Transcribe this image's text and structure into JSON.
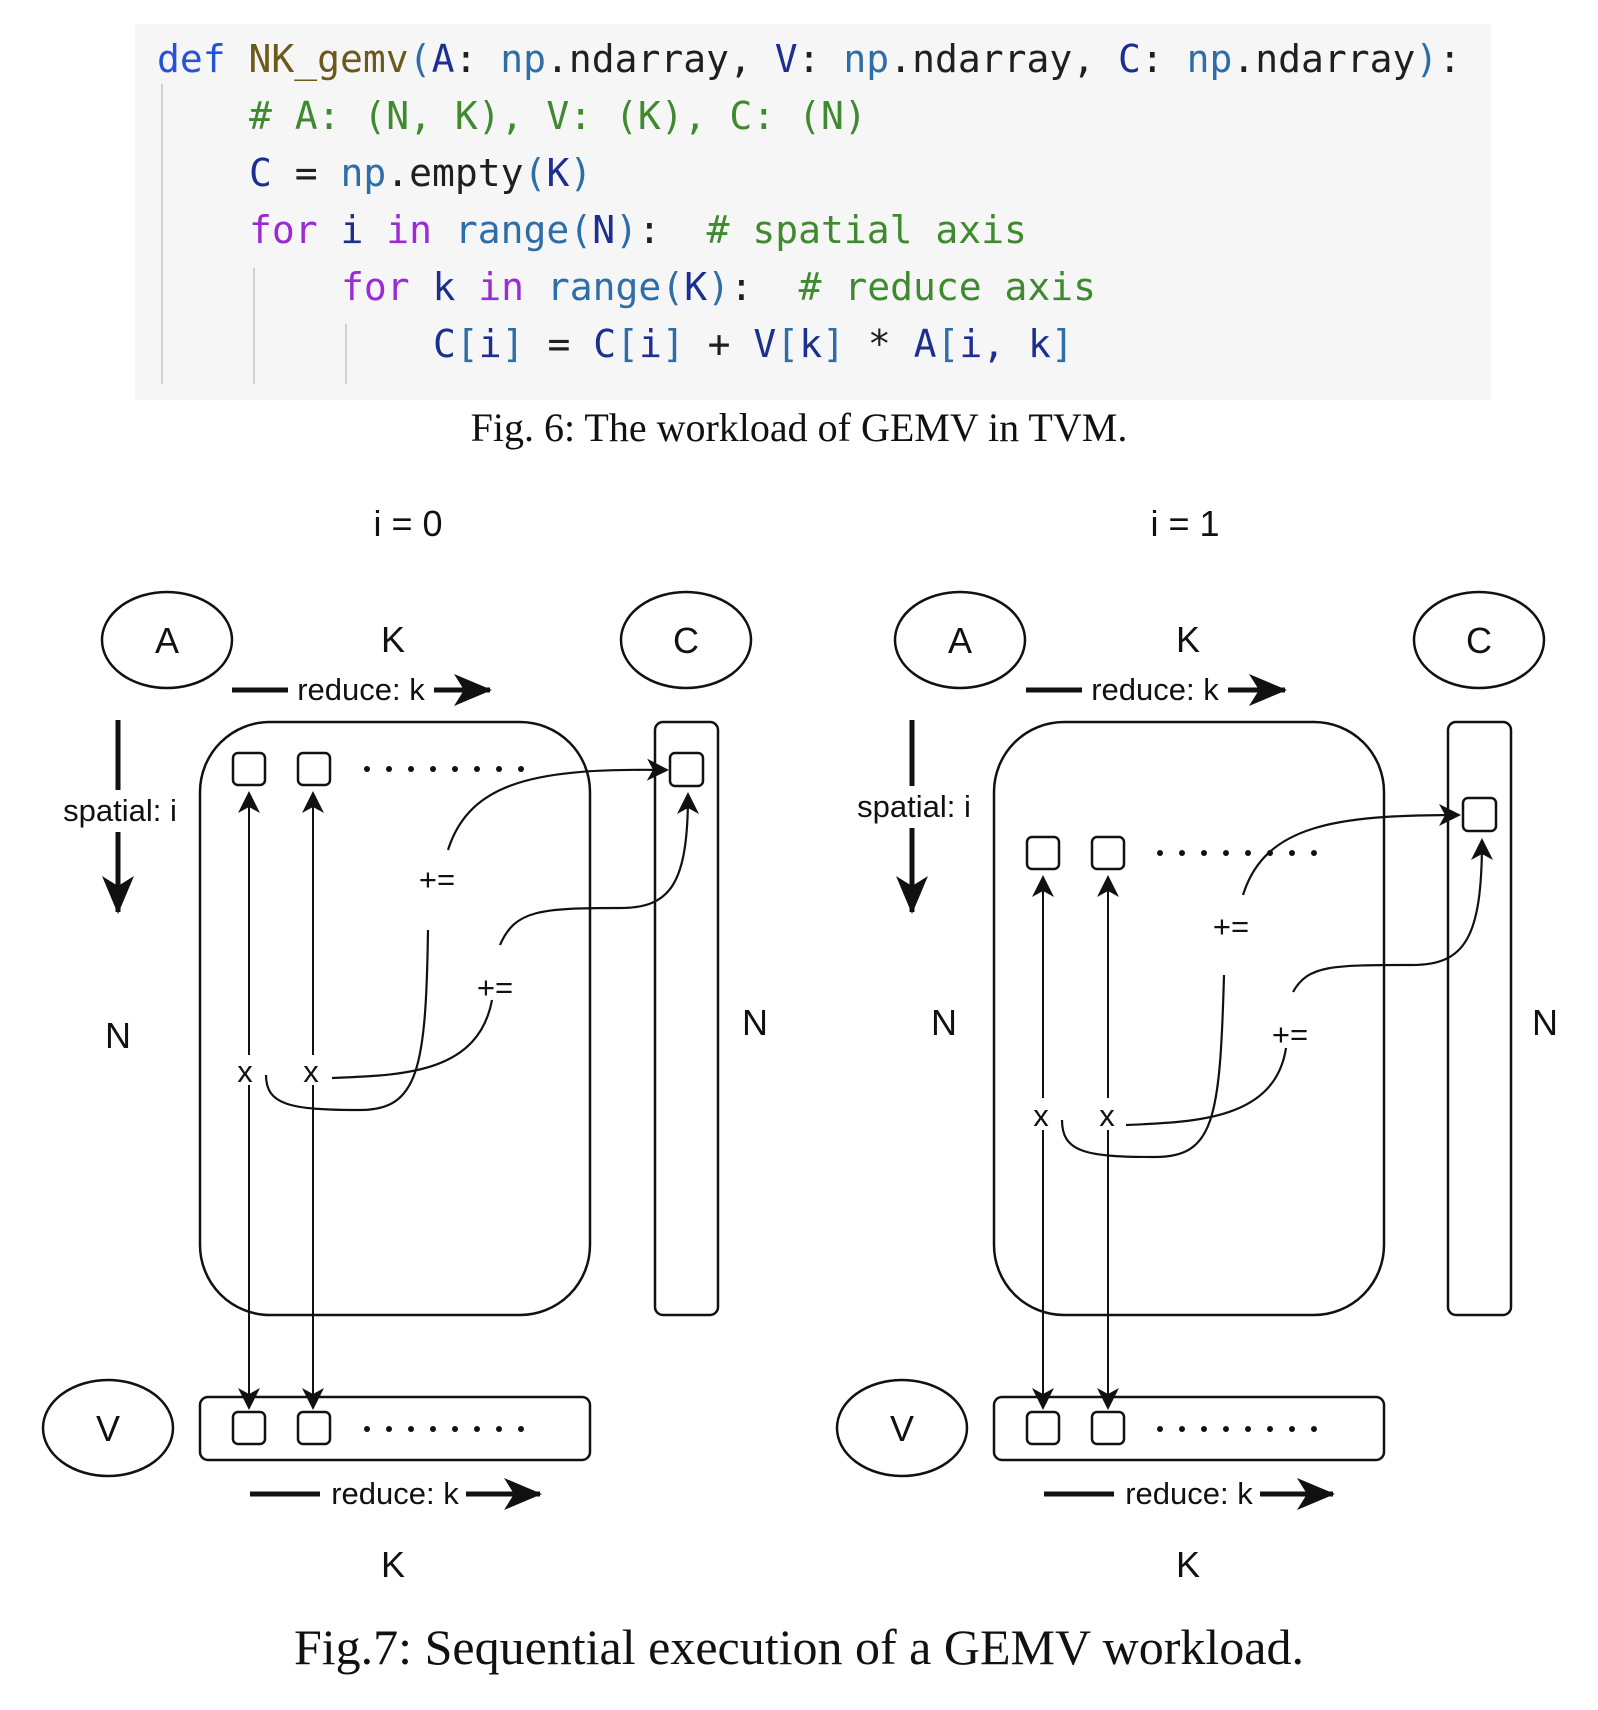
{
  "code": {
    "lines": [
      {
        "indent": 0,
        "tokens": [
          {
            "t": "def ",
            "c": "kw-def"
          },
          {
            "t": "NK_gemv",
            "c": "fn"
          },
          {
            "t": "(",
            "c": "call"
          },
          {
            "t": "A",
            "c": "var"
          },
          {
            "t": ": ",
            "c": "punc"
          },
          {
            "t": "np",
            "c": "np"
          },
          {
            "t": ".ndarray, ",
            "c": "punc"
          },
          {
            "t": "V",
            "c": "var"
          },
          {
            "t": ": ",
            "c": "punc"
          },
          {
            "t": "np",
            "c": "np"
          },
          {
            "t": ".ndarray, ",
            "c": "punc"
          },
          {
            "t": "C",
            "c": "var"
          },
          {
            "t": ": ",
            "c": "punc"
          },
          {
            "t": "np",
            "c": "np"
          },
          {
            "t": ".ndarray",
            "c": "punc"
          },
          {
            "t": ")",
            "c": "call"
          },
          {
            "t": ":",
            "c": "punc"
          }
        ]
      },
      {
        "indent": 1,
        "tokens": [
          {
            "t": "# A: (N, K), V: (K), C: (N)",
            "c": "cm"
          }
        ]
      },
      {
        "indent": 1,
        "tokens": [
          {
            "t": "C",
            "c": "var"
          },
          {
            "t": " = ",
            "c": "punc"
          },
          {
            "t": "np",
            "c": "np"
          },
          {
            "t": ".empty",
            "c": "punc"
          },
          {
            "t": "(",
            "c": "call"
          },
          {
            "t": "K",
            "c": "var"
          },
          {
            "t": ")",
            "c": "call"
          }
        ]
      },
      {
        "indent": 1,
        "tokens": [
          {
            "t": "for ",
            "c": "kw"
          },
          {
            "t": "i ",
            "c": "var"
          },
          {
            "t": "in ",
            "c": "kw"
          },
          {
            "t": "range",
            "c": "call"
          },
          {
            "t": "(",
            "c": "call"
          },
          {
            "t": "N",
            "c": "var"
          },
          {
            "t": ")",
            "c": "call"
          },
          {
            "t": ":  ",
            "c": "punc"
          },
          {
            "t": "# spatial axis",
            "c": "cm"
          }
        ]
      },
      {
        "indent": 2,
        "tokens": [
          {
            "t": "for ",
            "c": "kw"
          },
          {
            "t": "k ",
            "c": "var"
          },
          {
            "t": "in ",
            "c": "kw"
          },
          {
            "t": "range",
            "c": "call"
          },
          {
            "t": "(",
            "c": "call"
          },
          {
            "t": "K",
            "c": "var"
          },
          {
            "t": ")",
            "c": "call"
          },
          {
            "t": ":  ",
            "c": "punc"
          },
          {
            "t": "# reduce axis",
            "c": "cm"
          }
        ]
      },
      {
        "indent": 3,
        "tokens": [
          {
            "t": "C",
            "c": "var"
          },
          {
            "t": "[",
            "c": "call"
          },
          {
            "t": "i",
            "c": "var"
          },
          {
            "t": "]",
            "c": "call"
          },
          {
            "t": " = ",
            "c": "punc"
          },
          {
            "t": "C",
            "c": "var"
          },
          {
            "t": "[",
            "c": "call"
          },
          {
            "t": "i",
            "c": "var"
          },
          {
            "t": "]",
            "c": "call"
          },
          {
            "t": " + ",
            "c": "punc"
          },
          {
            "t": "V",
            "c": "var"
          },
          {
            "t": "[",
            "c": "call"
          },
          {
            "t": "k",
            "c": "var"
          },
          {
            "t": "]",
            "c": "call"
          },
          {
            "t": " * ",
            "c": "punc"
          },
          {
            "t": "A",
            "c": "var"
          },
          {
            "t": "[",
            "c": "call"
          },
          {
            "t": "i, k",
            "c": "var"
          },
          {
            "t": "]",
            "c": "call"
          }
        ]
      }
    ]
  },
  "fig6_caption": "Fig. 6: The workload of GEMV in TVM.",
  "fig7_caption": "Fig.7: Sequential execution of a GEMV workload.",
  "diagram": {
    "panels": [
      {
        "title": "i = 0",
        "matrix_a_label": "A",
        "matrix_c_label": "C",
        "vector_v_label": "V",
        "k_label_top": "K",
        "k_label_bottom": "K",
        "n_label_left": "N",
        "n_label_right": "N",
        "reduce_top_label": "reduce: k",
        "reduce_bottom_label": "reduce: k",
        "spatial_label": "spatial: i",
        "mult_labels": [
          "x",
          "x"
        ],
        "accum_labels": [
          "+=",
          "+="
        ]
      },
      {
        "title": "i = 1",
        "matrix_a_label": "A",
        "matrix_c_label": "C",
        "vector_v_label": "V",
        "k_label_top": "K",
        "k_label_bottom": "K",
        "n_label_left": "N",
        "n_label_right": "N",
        "reduce_top_label": "reduce: k",
        "reduce_bottom_label": "reduce: k",
        "spatial_label": "spatial: i",
        "mult_labels": [
          "x",
          "x"
        ],
        "accum_labels": [
          "+=",
          "+="
        ]
      }
    ]
  }
}
